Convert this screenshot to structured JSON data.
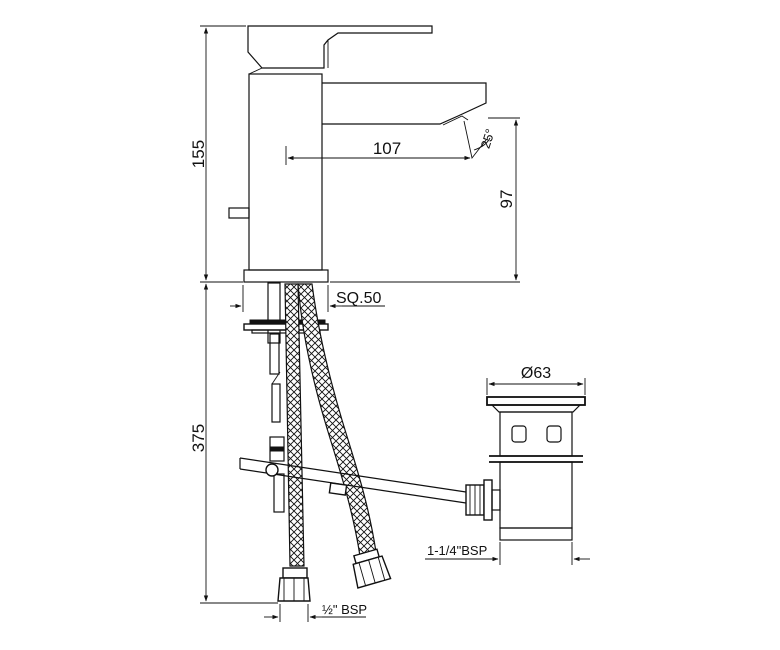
{
  "dimensions": {
    "total_height_upper": "155",
    "spout_reach": "107",
    "spout_height": "97",
    "spout_angle": "25°",
    "base_square": "SQ.50",
    "hose_length": "375",
    "waste_diameter": "Ø63",
    "waste_thread": "1-1/4\"BSP",
    "hose_thread": "½\" BSP"
  }
}
